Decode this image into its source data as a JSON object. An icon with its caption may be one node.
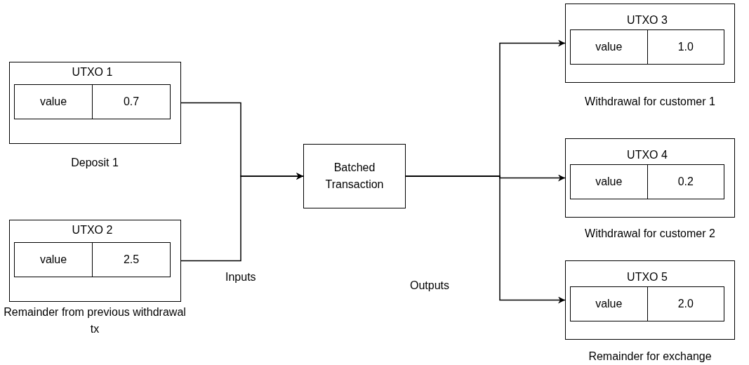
{
  "diagram": {
    "nodes": [
      {
        "text": [
          "UTXO 1"
        ],
        "beside": [
          "Deposit 1"
        ]
      },
      {
        "text": [
          "value"
        ],
        "in": 0
      },
      {
        "text": [
          "0.7"
        ],
        "in": 0
      },
      {
        "text": [
          "UTXO 2"
        ],
        "beside": [
          "Remainder from previous withdrawal tx"
        ]
      },
      {
        "text": [
          "value"
        ],
        "in": 3
      },
      {
        "text": [
          "2.5"
        ],
        "in": 3
      },
      {
        "text": [
          "Batched Transaction"
        ]
      },
      {
        "text": [
          "UTXO 3"
        ],
        "beside": [
          "Withdrawal for customer 1"
        ]
      },
      {
        "text": [
          "value"
        ],
        "in": 7
      },
      {
        "text": [
          "1.0"
        ],
        "in": 7
      },
      {
        "text": [
          "UTXO 4"
        ],
        "beside": [
          "Withdrawal for customer 2"
        ]
      },
      {
        "text": [
          "value"
        ],
        "in": 10
      },
      {
        "text": [
          "0.2"
        ],
        "in": 10
      },
      {
        "text": [
          "UTXO 5"
        ],
        "beside": [
          "Remainder for exchange"
        ]
      },
      {
        "text": [
          "value"
        ],
        "in": 13
      },
      {
        "text": [
          "2.0"
        ],
        "in": 13
      }
    ],
    "edges": [
      {
        "from": 0,
        "to": 6,
        "arrow": "to"
      },
      {
        "from": 3,
        "to": 6,
        "arrow": "to"
      },
      {
        "from": 6,
        "to": 7,
        "arrow": "to"
      },
      {
        "from": 6,
        "to": 10,
        "arrow": "to"
      },
      {
        "from": 6,
        "to": 13,
        "arrow": "to"
      }
    ],
    "labels": [
      "Inputs",
      "Outputs"
    ]
  }
}
